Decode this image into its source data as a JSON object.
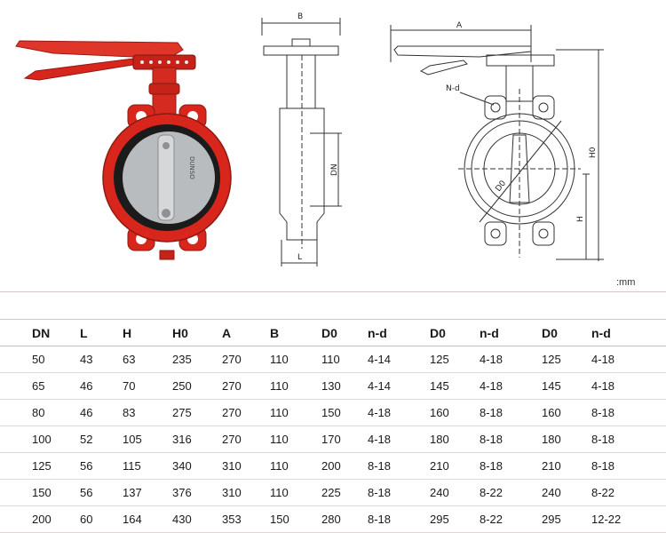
{
  "drawing": {
    "side_labels": {
      "width": "B",
      "nominal": "DN",
      "length": "L"
    },
    "front_labels": {
      "arm": "A",
      "bolts": "N-d",
      "pcd": "D0",
      "height": "H0",
      "center_height": "H"
    },
    "unit_note": ":mm",
    "photo_brand": "DUNSO"
  },
  "table": {
    "headers": [
      "DN",
      "L",
      "H",
      "H0",
      "A",
      "B",
      "D0",
      "n-d",
      "D0",
      "n-d",
      "D0",
      "n-d"
    ],
    "rows": [
      [
        "50",
        "43",
        "63",
        "235",
        "270",
        "110",
        "110",
        "4-14",
        "125",
        "4-18",
        "125",
        "4-18"
      ],
      [
        "65",
        "46",
        "70",
        "250",
        "270",
        "110",
        "130",
        "4-14",
        "145",
        "4-18",
        "145",
        "4-18"
      ],
      [
        "80",
        "46",
        "83",
        "275",
        "270",
        "110",
        "150",
        "4-18",
        "160",
        "8-18",
        "160",
        "8-18"
      ],
      [
        "100",
        "52",
        "105",
        "316",
        "270",
        "110",
        "170",
        "4-18",
        "180",
        "8-18",
        "180",
        "8-18"
      ],
      [
        "125",
        "56",
        "115",
        "340",
        "310",
        "110",
        "200",
        "8-18",
        "210",
        "8-18",
        "210",
        "8-18"
      ],
      [
        "150",
        "56",
        "137",
        "376",
        "310",
        "110",
        "225",
        "8-18",
        "240",
        "8-22",
        "240",
        "8-22"
      ],
      [
        "200",
        "60",
        "164",
        "430",
        "353",
        "150",
        "280",
        "8-18",
        "295",
        "8-22",
        "295",
        "12-22"
      ]
    ]
  },
  "colors": {
    "valve_body": "#d8261c",
    "handle": "#e0362a",
    "seat": "#1b1b1b",
    "disc": "#b9bcbf"
  }
}
